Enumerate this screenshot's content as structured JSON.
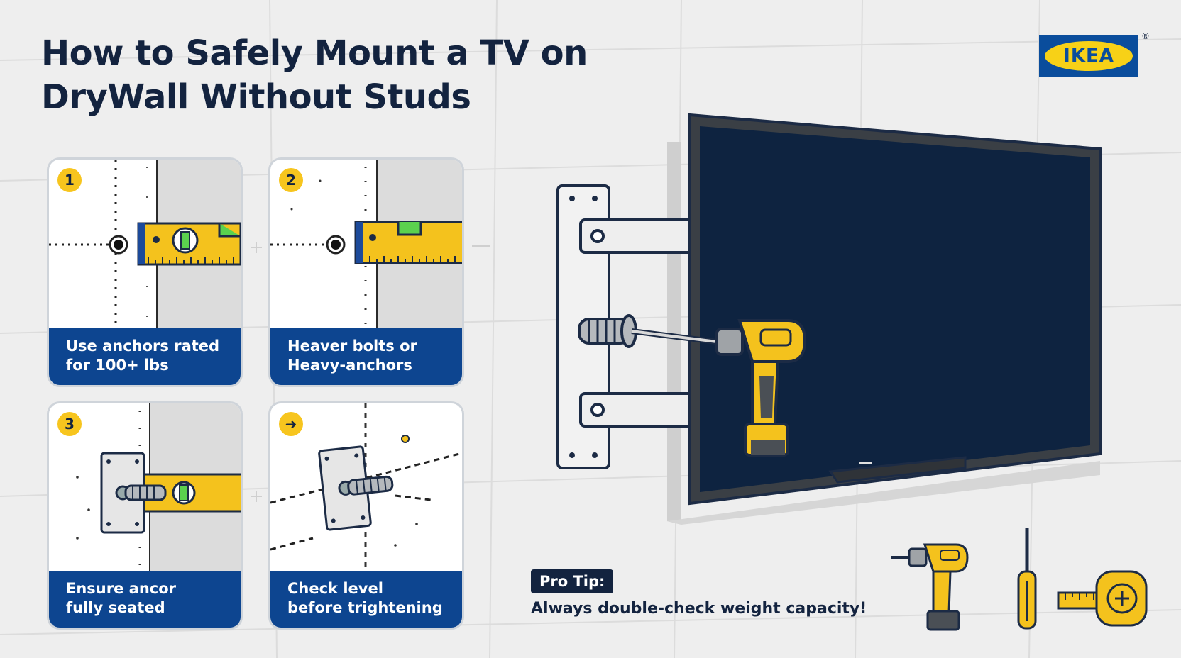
{
  "title": {
    "line1": "How to Safely Mount a TV on",
    "line2": "DryWall Without Studs"
  },
  "brand": {
    "logo_text": "IKEA",
    "registered_mark": "®",
    "colors": {
      "blue": "#0d4590",
      "yellow": "#f7c51e",
      "navy": "#13233f"
    }
  },
  "steps": [
    {
      "badge": "1",
      "caption_line1": "Use anchors rated",
      "caption_line2": "for 100+ lbs"
    },
    {
      "badge": "2",
      "caption_line1": "Heaver bolts or",
      "caption_line2": "Heavy-anchors"
    },
    {
      "badge": "3",
      "caption_line1": "Ensure ancor",
      "caption_line2": "fully seated"
    },
    {
      "badge": "➜",
      "caption_line1": "Check level",
      "caption_line2": "before trightening"
    }
  ],
  "pro_tip": {
    "label": "Pro Tip:",
    "text": "Always double-check weight capacity!"
  },
  "icons": [
    "level-icon",
    "drill-icon",
    "screwdriver-icon",
    "tape-measure-icon",
    "wall-bracket-icon",
    "tv-icon"
  ]
}
